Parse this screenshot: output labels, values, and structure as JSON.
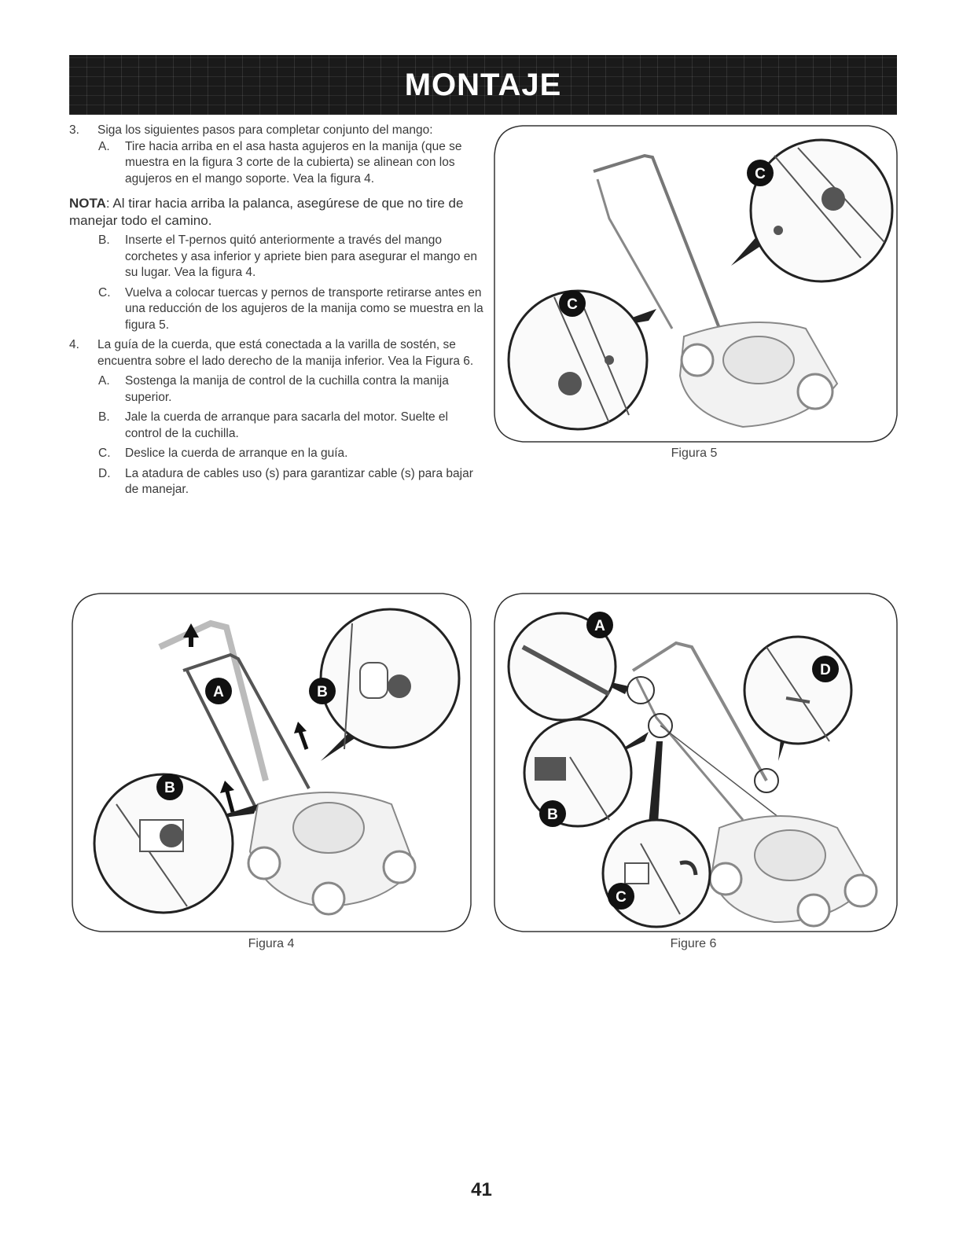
{
  "header": {
    "title": "MONTAJE"
  },
  "steps": {
    "s3": {
      "num": "3.",
      "text": "Siga los siguientes pasos para completar conjunto del mango:"
    },
    "s3A": {
      "num": "A.",
      "text": "Tire hacia arriba en el asa hasta agujeros en la manija (que se muestra en la figura 3 corte de la cubierta) se alinean con los agujeros en el mango soporte. Vea la figura 4."
    },
    "nota": {
      "label": "NOTA",
      "text": ": Al tirar hacia arriba la palanca, asegúrese de que no tire de manejar todo el camino."
    },
    "s3B": {
      "num": "B.",
      "text": "Inserte el T-pernos quitó anteriormente a través del mango corchetes y asa inferior y apriete bien para asegurar el mango en su lugar. Vea la figura 4."
    },
    "s3C": {
      "num": "C.",
      "text": "Vuelva a colocar tuercas y pernos de transporte retirarse antes en una reducción de los agujeros de la manija como se muestra en la figura 5."
    },
    "s4": {
      "num": "4.",
      "text": "La guía de la cuerda, que está conectada a la varilla de sostén, se encuentra sobre el lado derecho de la manija inferior. Vea la Figura 6."
    },
    "s4A": {
      "num": "A.",
      "text": "Sostenga la manija de control de la cuchilla contra la manija superior."
    },
    "s4B": {
      "num": "B.",
      "text": "Jale la cuerda de arranque para sacarla del motor. Suelte el control de la cuchilla."
    },
    "s4C": {
      "num": "C.",
      "text": "Deslice la cuerda de arranque en la guía."
    },
    "s4D": {
      "num": "D.",
      "text": "La atadura de cables uso (s) para garantizar cable (s) para bajar de manejar."
    }
  },
  "figures": {
    "fig5": {
      "caption": "Figura 5",
      "callouts": [
        "C",
        "C"
      ]
    },
    "fig4": {
      "caption": "Figura 4",
      "callouts": [
        "A",
        "B",
        "B"
      ]
    },
    "fig6": {
      "caption": "Figure 6",
      "callouts": [
        "A",
        "D",
        "B",
        "C"
      ]
    }
  },
  "footer": {
    "page_number": "41"
  }
}
